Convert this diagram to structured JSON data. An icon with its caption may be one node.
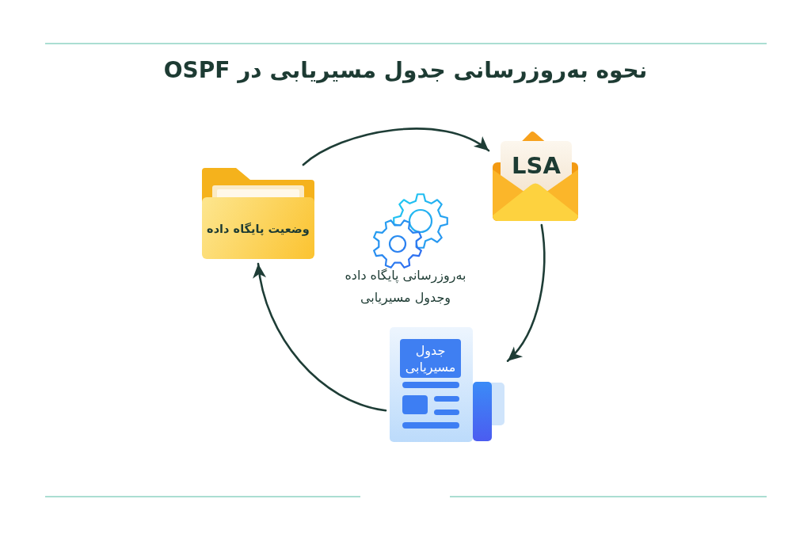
{
  "diagram": {
    "title": "نحوه به‌روزرسانی جدول مسیریابی در OSPF",
    "nodes": [
      {
        "text": [
          "وضعیت پایگاه داده"
        ]
      },
      {
        "text": [
          "LSA"
        ]
      },
      {
        "text": [
          "جدول مسیریابی"
        ]
      }
    ],
    "edges": [
      {
        "from": 0,
        "to": 1,
        "arrow": "to"
      },
      {
        "from": 1,
        "to": 2,
        "arrow": "to"
      },
      {
        "from": 2,
        "to": 0,
        "arrow": "to"
      }
    ],
    "labels": [
      "به‌روزرسانی پایگاه داده وجدول مسیریابی"
    ]
  }
}
